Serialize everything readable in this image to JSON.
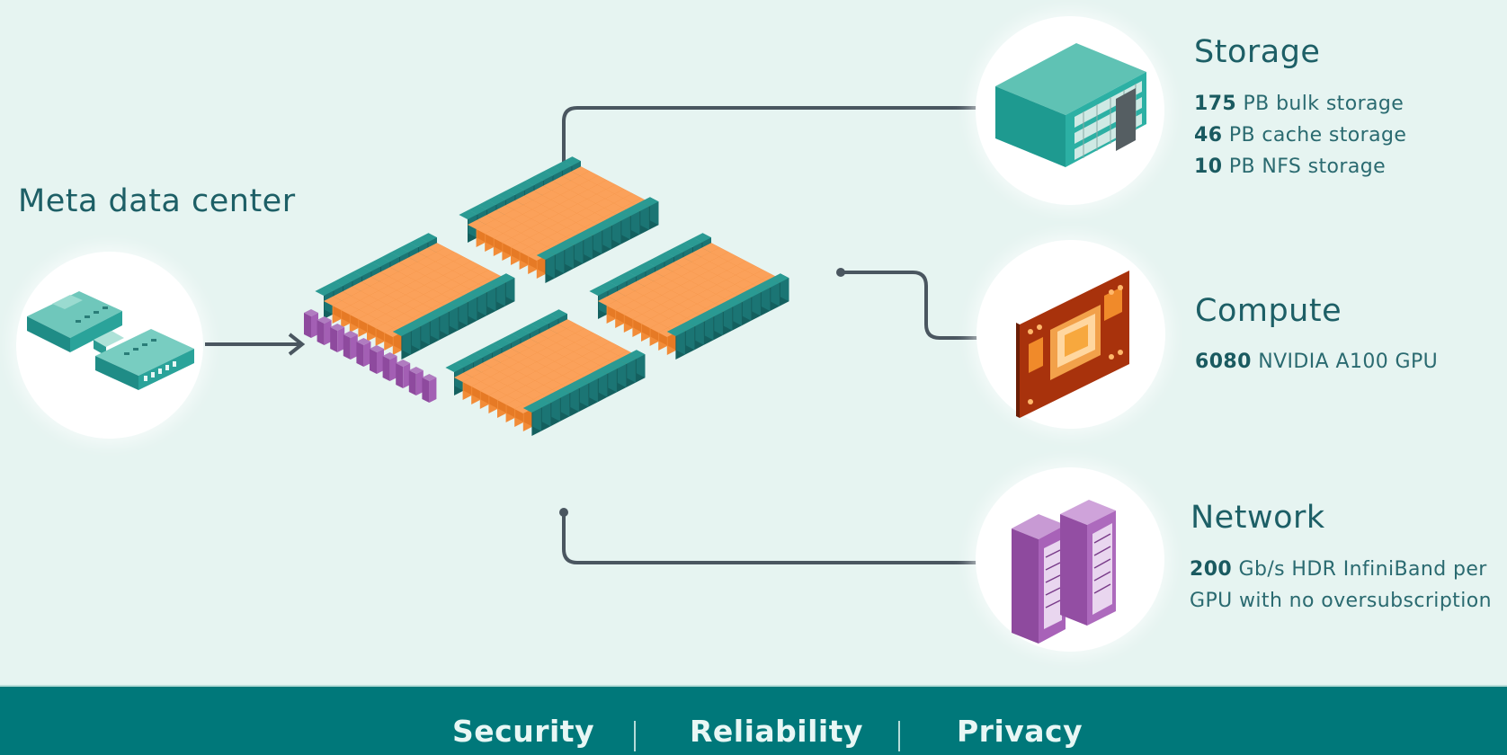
{
  "source": {
    "title": "Meta data center",
    "icon": "data-center-building-icon"
  },
  "cluster": {
    "icon": "server-cluster-icon",
    "colors": {
      "compute_racks": "#f28c38",
      "storage_racks": "#1b6f70",
      "network_racks": "#8e4a9e"
    }
  },
  "components": [
    {
      "id": "storage",
      "title": "Storage",
      "icon": "storage-server-icon",
      "specs": [
        {
          "value": "175",
          "text": " PB bulk storage"
        },
        {
          "value": "46",
          "text": " PB cache storage"
        },
        {
          "value": "10",
          "text": " PB NFS storage"
        }
      ]
    },
    {
      "id": "compute",
      "title": "Compute",
      "icon": "gpu-board-icon",
      "specs": [
        {
          "value": "6080",
          "text": " NVIDIA A100 GPU"
        }
      ]
    },
    {
      "id": "network",
      "title": "Network",
      "icon": "network-rack-icon",
      "specs": [
        {
          "value": "200",
          "text": " Gb/s HDR InfiniBand per"
        },
        {
          "value": "",
          "text": "GPU with no oversubscription"
        }
      ]
    }
  ],
  "footer": {
    "items": [
      "Security",
      "Reliability",
      "Privacy"
    ]
  },
  "colors": {
    "background": "#e6f4f1",
    "footer": "#00787a",
    "heading": "#1d5f66",
    "connector": "#4a5660"
  }
}
